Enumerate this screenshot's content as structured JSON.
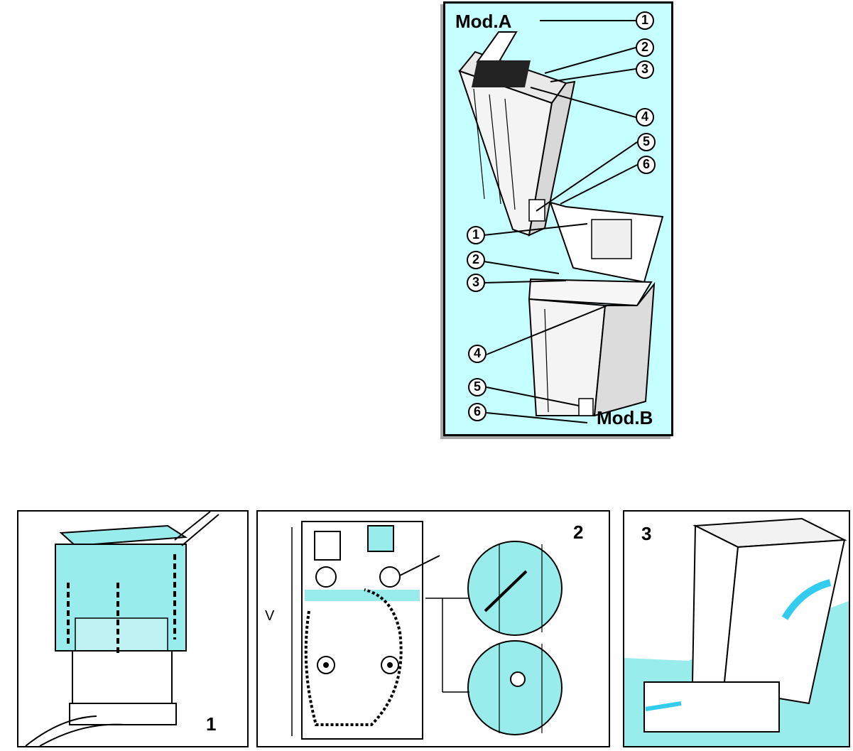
{
  "top_figure": {
    "model_a_label": "Mod.A",
    "model_b_label": "Mod.B",
    "model_a_callouts": [
      "1",
      "2",
      "3",
      "4",
      "5",
      "6"
    ],
    "model_b_callouts": [
      "1",
      "2",
      "3",
      "4",
      "5",
      "6"
    ]
  },
  "steps": [
    {
      "number": "1"
    },
    {
      "number": "2",
      "side_label": "V"
    },
    {
      "number": "3"
    }
  ],
  "colors": {
    "panel_fill": "#c6ffff",
    "accent_cyan": "#33ccee",
    "ink": "#000000",
    "shadow": "#a8a8a8"
  }
}
